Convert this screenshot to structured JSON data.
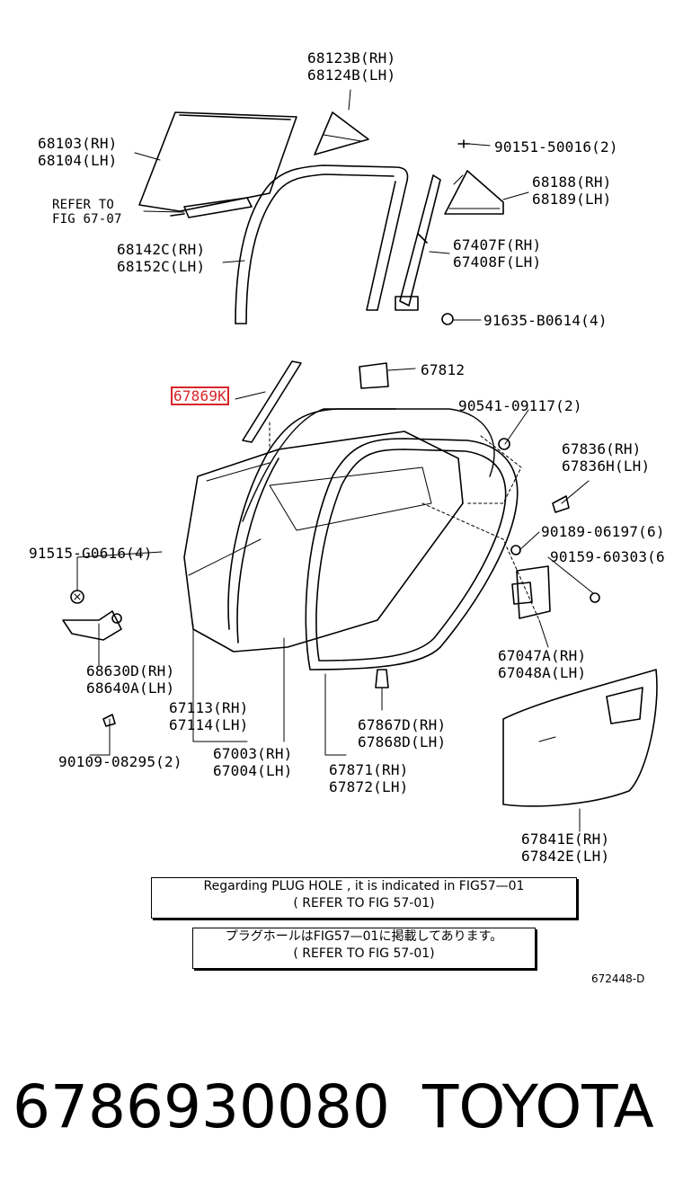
{
  "highlight_part": "67869K",
  "labels": {
    "p68123": "68123B(RH)\n68124B(LH)",
    "p68103": "68103(RH)\n68104(LH)",
    "refer67": "REFER TO\nFIG 67-07",
    "p68142": "68142C(RH)\n68152C(LH)",
    "p90151": "90151-50016(2)",
    "p68188": "68188(RH)\n68189(LH)",
    "p67407": "67407F(RH)\n67408F(LH)",
    "p91635": "91635-B0614(4)",
    "p67812": "67812",
    "p90541": "90541-09117(2)",
    "p67836": "67836(RH)\n67836H(LH)",
    "p90189": "90189-06197(6)",
    "p90159": "90159-60303(6",
    "p91515": "91515-G0616(4)",
    "p68630": "68630D(RH)\n68640A(LH)",
    "p67047": "67047A(RH)\n67048A(LH)",
    "p67113": "67113(RH)\n67114(LH)",
    "p67867": "67867D(RH)\n67868D(LH)",
    "p90109": "90109-08295(2)",
    "p67003": "67003(RH)\n67004(LH)",
    "p67871": "67871(RH)\n67872(LH)",
    "p67841": "67841E(RH)\n67842E(LH)"
  },
  "notes": {
    "en_line1": "Regarding PLUG HOLE , it is indicated in FIG57—01",
    "en_line2": "( REFER TO FIG 57-01)",
    "jp_line1": "プラグホールはFIG57—01に掲載してあります。",
    "jp_line2": "( REFER TO FIG 57-01)"
  },
  "diagram_id": "672448-D",
  "footer": {
    "part_number": "6786930080",
    "brand": "TOYOTA"
  }
}
